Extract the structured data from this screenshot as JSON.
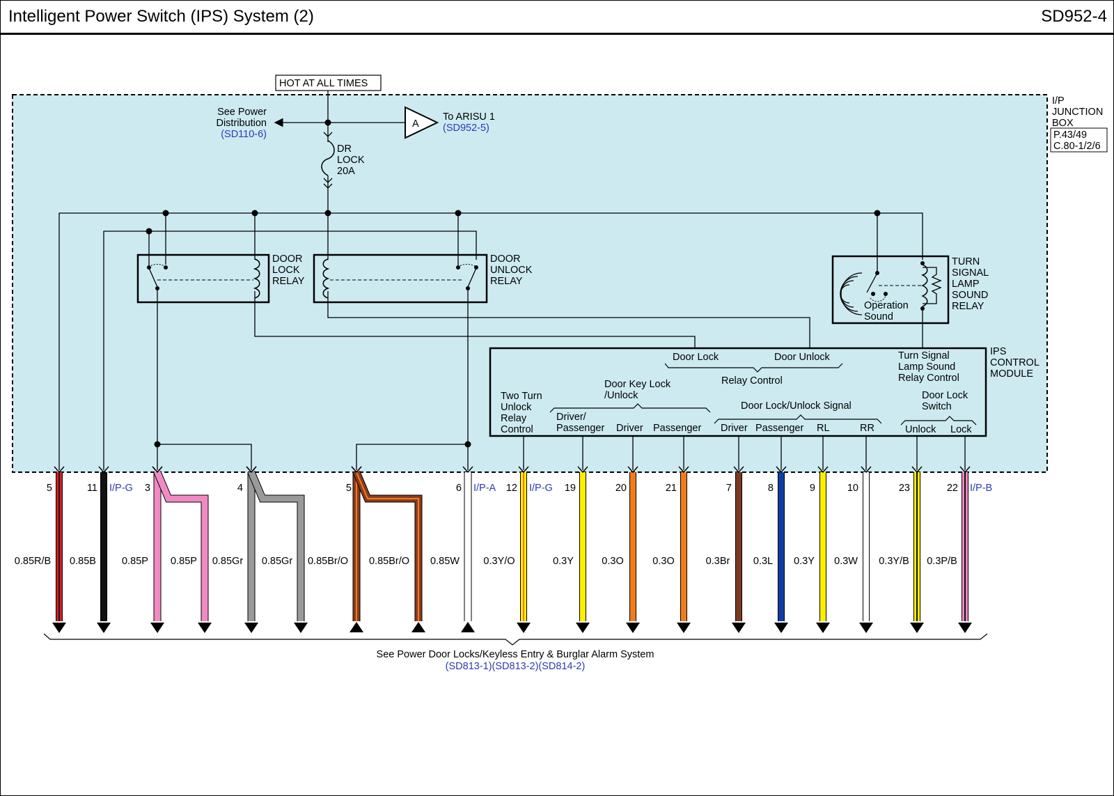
{
  "header": {
    "title": "Intelligent Power Switch (IPS) System (2)",
    "code": "SD952-4"
  },
  "colors": {
    "box_fill": "#cdeaf1",
    "link_blue": "#2b3bb5",
    "line": "#000000"
  },
  "power": {
    "hot_label": "HOT AT ALL TIMES",
    "see_power": [
      "See Power",
      "Distribution"
    ],
    "see_power_ref": "(SD110-6)",
    "arisu_letter": "A",
    "arisu_label": "To ARISU 1",
    "arisu_ref": "(SD952-5)",
    "fuse": [
      "DR",
      "LOCK",
      "20A"
    ]
  },
  "junction_box": {
    "label": [
      "I/P",
      "JUNCTION",
      "BOX"
    ],
    "pages": [
      "P.43/49",
      "C.80-1/2/6"
    ]
  },
  "relays": {
    "door_lock": [
      "DOOR",
      "LOCK",
      "RELAY"
    ],
    "door_unlock": [
      "DOOR",
      "UNLOCK",
      "RELAY"
    ],
    "turn_signal": [
      "TURN",
      "SIGNAL",
      "LAMP",
      "SOUND",
      "RELAY"
    ],
    "operation_sound": [
      "Operation",
      "Sound"
    ]
  },
  "module": {
    "label": [
      "IPS",
      "CONTROL",
      "MODULE"
    ],
    "door_lock": "Door Lock",
    "door_unlock": "Door Unlock",
    "relay_control": "Relay Control",
    "turn_signal_ctrl": [
      "Turn Signal",
      "Lamp Sound",
      "Relay Control"
    ],
    "two_turn": [
      "Two Turn",
      "Unlock",
      "Relay",
      "Control"
    ],
    "door_key": [
      "Door Key Lock",
      "/Unlock"
    ],
    "driver_passenger": [
      "Driver/",
      "Passenger"
    ],
    "driver": "Driver",
    "passenger": "Passenger",
    "lock_unlock_signal": "Door Lock/Unlock Signal",
    "sig_driver": "Driver",
    "sig_passenger": "Passenger",
    "sig_rl": "RL",
    "sig_rr": "RR",
    "door_lock_switch": [
      "Door Lock",
      "Switch"
    ],
    "unlock": "Unlock",
    "lock": "Lock"
  },
  "pins": [
    {
      "num": "5",
      "conn": "",
      "wire": "0.85R/B"
    },
    {
      "num": "11",
      "conn": "I/P-G",
      "wire": "0.85B"
    },
    {
      "num": "3",
      "conn": "",
      "wire": "0.85P"
    },
    {
      "num": "",
      "conn": "",
      "wire": "0.85P"
    },
    {
      "num": "4",
      "conn": "",
      "wire": "0.85Gr"
    },
    {
      "num": "",
      "conn": "",
      "wire": "0.85Gr"
    },
    {
      "num": "5",
      "conn": "",
      "wire": "0.85Br/O"
    },
    {
      "num": "",
      "conn": "",
      "wire": "0.85Br/O"
    },
    {
      "num": "6",
      "conn": "I/P-A",
      "wire": "0.85W"
    },
    {
      "num": "12",
      "conn": "I/P-G",
      "wire": "0.3Y/O"
    },
    {
      "num": "19",
      "conn": "",
      "wire": "0.3Y"
    },
    {
      "num": "20",
      "conn": "",
      "wire": "0.3O"
    },
    {
      "num": "21",
      "conn": "",
      "wire": "0.3O"
    },
    {
      "num": "7",
      "conn": "",
      "wire": "0.3Br"
    },
    {
      "num": "8",
      "conn": "",
      "wire": "0.3L"
    },
    {
      "num": "9",
      "conn": "",
      "wire": "0.3Y"
    },
    {
      "num": "10",
      "conn": "",
      "wire": "0.3W"
    },
    {
      "num": "23",
      "conn": "",
      "wire": "0.3Y/B"
    },
    {
      "num": "22",
      "conn": "I/P-B",
      "wire": "0.3P/B"
    }
  ],
  "footer": {
    "text": "See Power Door Locks/Keyless Entry & Burglar Alarm System",
    "refs": "(SD813-1)(SD813-2)(SD814-2)"
  }
}
